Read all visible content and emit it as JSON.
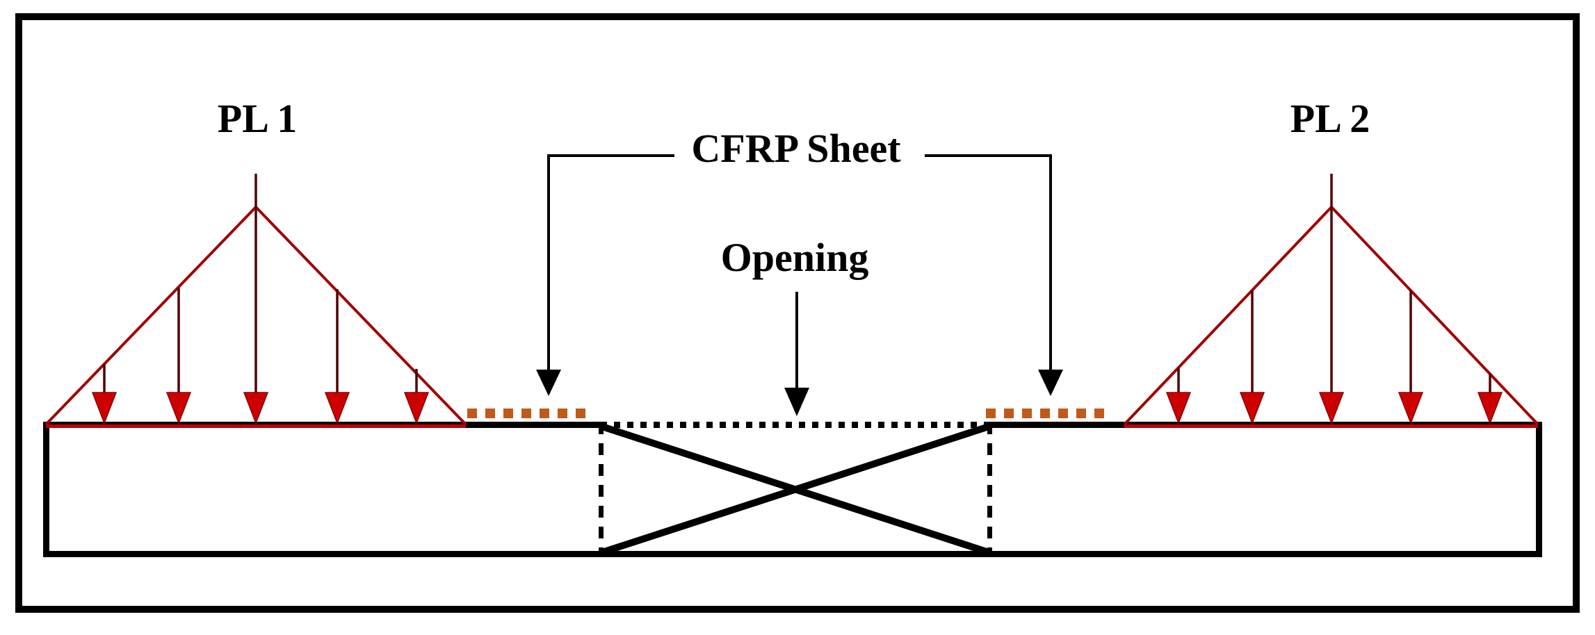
{
  "diagram": {
    "kind": "beam-with-opening-strengthened-by-cfrp",
    "labels": {
      "pl1": "PL 1",
      "pl2": "PL 2",
      "cfrp_sheet": "CFRP Sheet",
      "opening": "Opening"
    },
    "loads": {
      "left": {
        "label": "PL 1",
        "shape": "triangular-distributed",
        "arrow_count": 5
      },
      "right": {
        "label": "PL 2",
        "shape": "triangular-distributed",
        "arrow_count": 5
      }
    },
    "cfrp_sheets": {
      "count": 2,
      "style": "dotted-strip",
      "position": "top-of-beam-beside-opening"
    },
    "opening": {
      "style": "dashed-rectangle-with-x-cross",
      "position": "mid-span-of-beam"
    },
    "colors": {
      "background": "#FFFFFF",
      "frame_black": "#000000",
      "load_outline_red": "#A00000",
      "load_base_red": "#C00000",
      "load_arrow_red": "#CC0000",
      "load_stem_maroon": "#500000",
      "cfrp_orange": "#C05A1A"
    }
  }
}
